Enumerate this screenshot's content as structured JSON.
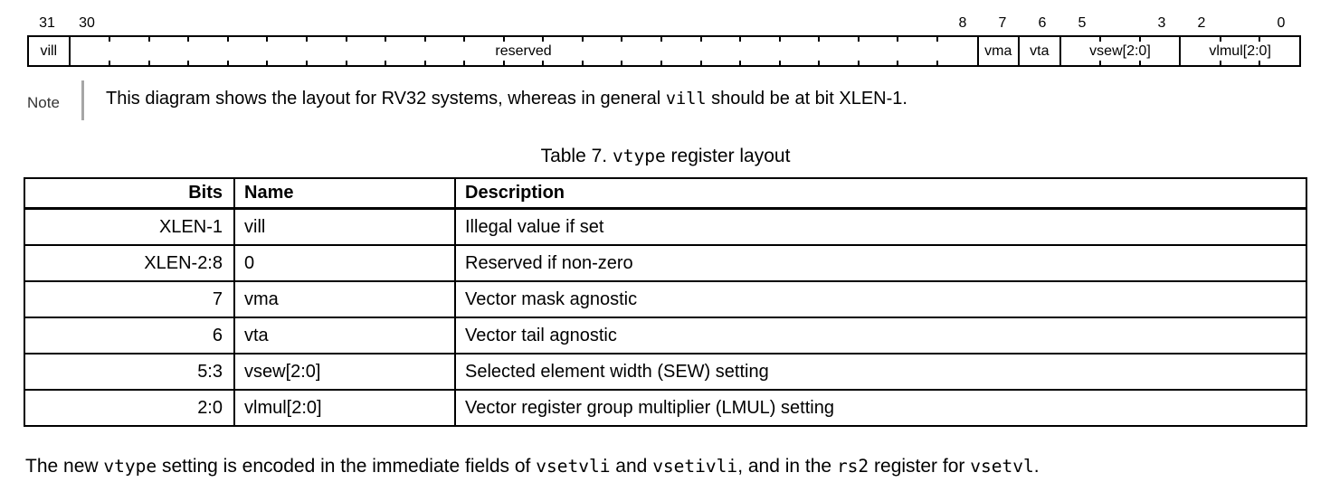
{
  "register_diagram": {
    "bit_labels": [
      {
        "text": "31",
        "bit": 31
      },
      {
        "text": "30",
        "bit": 30
      },
      {
        "text": "8",
        "bit": 8
      },
      {
        "text": "7",
        "bit": 7
      },
      {
        "text": "6",
        "bit": 6
      },
      {
        "text": "5",
        "bit": 5
      },
      {
        "text": "3",
        "bit": 3
      },
      {
        "text": "2",
        "bit": 2
      },
      {
        "text": "0",
        "bit": 0
      }
    ],
    "fields": [
      {
        "name": "vill",
        "bits": 1
      },
      {
        "name": "reserved",
        "bits": 23
      },
      {
        "name": "vma",
        "bits": 1
      },
      {
        "name": "vta",
        "bits": 1
      },
      {
        "name": "vsew[2:0]",
        "bits": 3
      },
      {
        "name": "vlmul[2:0]",
        "bits": 3
      }
    ]
  },
  "note": {
    "label": "Note",
    "segments": [
      {
        "text": "This diagram shows the layout for RV32 systems, whereas in general ",
        "mono": false
      },
      {
        "text": "vill",
        "mono": true
      },
      {
        "text": " should be at bit XLEN-1.",
        "mono": false
      }
    ]
  },
  "table": {
    "title_segments": [
      {
        "text": "Table 7. ",
        "mono": false
      },
      {
        "text": "vtype",
        "mono": true
      },
      {
        "text": " register layout",
        "mono": false
      }
    ],
    "headers": [
      "Bits",
      "Name",
      "Description"
    ],
    "rows": [
      {
        "bits": "XLEN-1",
        "name": "vill",
        "description": "Illegal value if set"
      },
      {
        "bits": "XLEN-2:8",
        "name": "0",
        "description": "Reserved if non-zero"
      },
      {
        "bits": "7",
        "name": "vma",
        "description": "Vector mask agnostic"
      },
      {
        "bits": "6",
        "name": "vta",
        "description": "Vector tail agnostic"
      },
      {
        "bits": "5:3",
        "name": "vsew[2:0]",
        "description": "Selected element width (SEW) setting"
      },
      {
        "bits": "2:0",
        "name": "vlmul[2:0]",
        "description": "Vector register group multiplier (LMUL) setting"
      }
    ]
  },
  "paragraph": {
    "segments": [
      {
        "text": "The new ",
        "mono": false
      },
      {
        "text": "vtype",
        "mono": true
      },
      {
        "text": " setting is encoded in the immediate fields of ",
        "mono": false
      },
      {
        "text": "vsetvli",
        "mono": true
      },
      {
        "text": " and ",
        "mono": false
      },
      {
        "text": "vsetivli",
        "mono": true
      },
      {
        "text": ", and in the ",
        "mono": false
      },
      {
        "text": "rs2",
        "mono": true
      },
      {
        "text": " register for ",
        "mono": false
      },
      {
        "text": "vsetvl",
        "mono": true
      },
      {
        "text": ".",
        "mono": false
      }
    ]
  },
  "colors": {
    "border": "#000000",
    "note_bar": "#a6a6a6",
    "text": "#000000",
    "background": "#ffffff"
  }
}
